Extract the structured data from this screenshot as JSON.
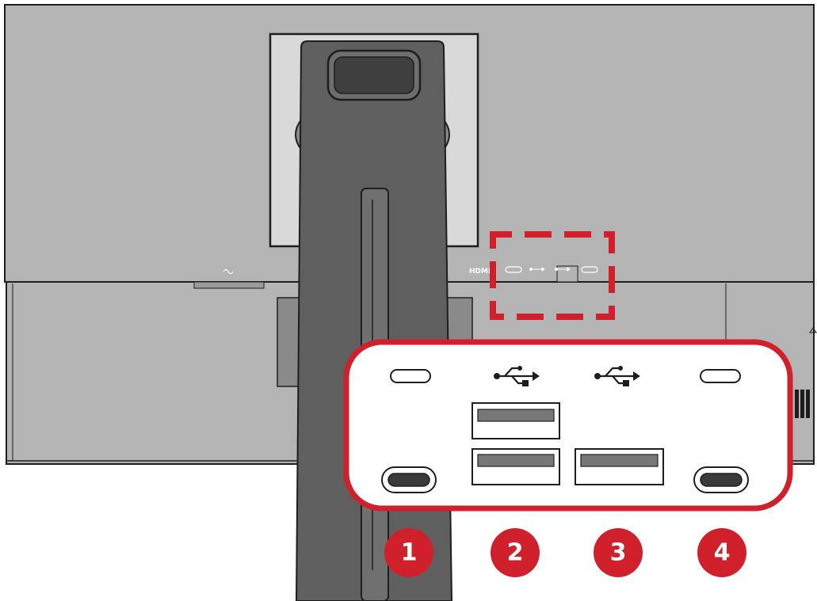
{
  "diagram": {
    "rear_label_hdmi": "HDMI",
    "callout_numbers": [
      "1",
      "2",
      "3",
      "4"
    ],
    "ports": [
      {
        "number": "1",
        "type": "usb-c",
        "icon": "usb-c-port-icon"
      },
      {
        "number": "2",
        "type": "usb-a",
        "icon": "usb-icon"
      },
      {
        "number": "3",
        "type": "usb-a",
        "icon": "usb-icon"
      },
      {
        "number": "4",
        "type": "usb-c",
        "icon": "usb-c-port-icon"
      }
    ],
    "colors": {
      "monitor_body": "#b4b4b4",
      "stand": "#5f5f5f",
      "highlight_red": "#d0202c",
      "panel_bg": "#ffffff",
      "outline": "#1e1e1e"
    }
  }
}
